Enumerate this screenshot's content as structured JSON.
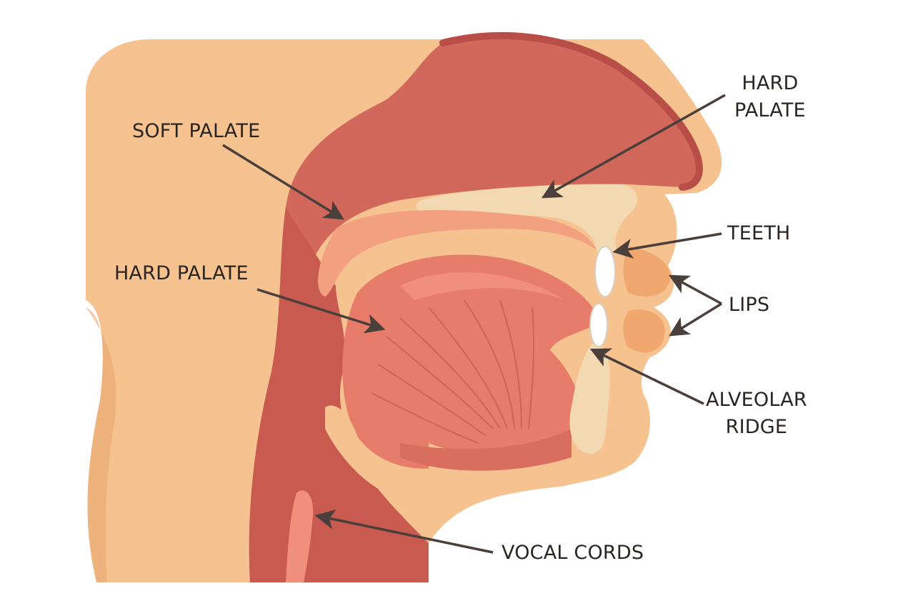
{
  "labels": {
    "soft_palate": "SOFT PALATE",
    "hard_palate_left": "HARD PALATE",
    "hard_palate_top": [
      "HARD",
      "PALATE"
    ],
    "teeth": "TEETH",
    "lips": "LIPS",
    "alveolar_ridge": [
      "ALVEOLAR",
      "RIDGE"
    ],
    "vocal_cords": "VOCAL CORDS"
  },
  "colors": {
    "skin": "#f6c28f",
    "skin_shadow": "#eaa872",
    "cavity": "#d2685b",
    "cavity_dark": "#b84e47",
    "tongue": "#e77c6a",
    "tongue_light": "#f0907c",
    "palate_bone": "#f2d9b2",
    "teeth": "#ffffff",
    "arrow": "#4a3f3a"
  }
}
